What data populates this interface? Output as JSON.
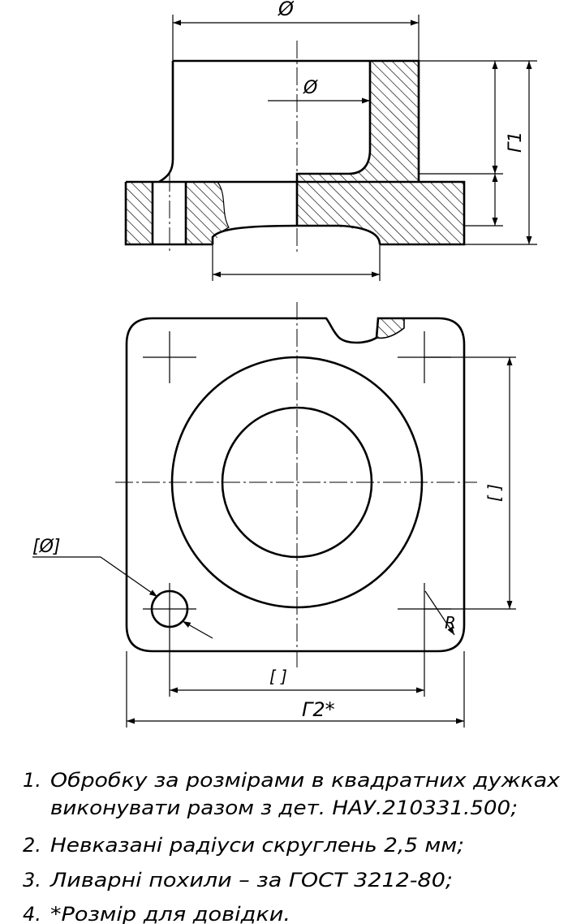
{
  "dimensions": {
    "top_diameter": "Ø",
    "bore_diameter": "Ø",
    "height": "Г1",
    "hole_diameter": "[Ø]",
    "side_square": "[ ]",
    "bottom_square": "[ ]",
    "overall_width": "Г2*",
    "corner_radius": "R"
  },
  "notes": [
    {
      "num": "1.",
      "text": "Обробку за розмірами в квадратних дужках",
      "continuation": "виконувати разом з дет. НАУ.210331.500;"
    },
    {
      "num": "2.",
      "text": "Невказані радіуси скруглень 2,5 мм;"
    },
    {
      "num": "3.",
      "text": "Ливарні похили – за ГОСТ 3212-80;"
    },
    {
      "num": "4.",
      "text": "*Розмір для довідки."
    }
  ]
}
